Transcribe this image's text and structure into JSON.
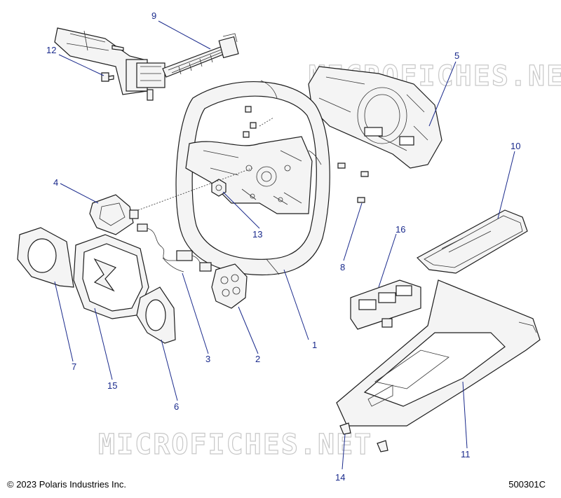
{
  "watermark": {
    "top": "MICROFICHES.NET",
    "bottom": "MICROFICHES.NET"
  },
  "callouts": [
    {
      "id": "1",
      "label": "1"
    },
    {
      "id": "2",
      "label": "2"
    },
    {
      "id": "3",
      "label": "3"
    },
    {
      "id": "4",
      "label": "4"
    },
    {
      "id": "5",
      "label": "5"
    },
    {
      "id": "6",
      "label": "6"
    },
    {
      "id": "7",
      "label": "7"
    },
    {
      "id": "8",
      "label": "8"
    },
    {
      "id": "9",
      "label": "9"
    },
    {
      "id": "10",
      "label": "10"
    },
    {
      "id": "11",
      "label": "11"
    },
    {
      "id": "12",
      "label": "12"
    },
    {
      "id": "13",
      "label": "13"
    },
    {
      "id": "14",
      "label": "14"
    },
    {
      "id": "15",
      "label": "15"
    },
    {
      "id": "16",
      "label": "16"
    }
  ],
  "footer": {
    "copyright": "© 2023 Polaris Industries Inc.",
    "diagram_number": "500301C"
  },
  "colors": {
    "callout": "#1a2a8c",
    "outline": "#1c1c1c",
    "watermark": "#c8c8c8"
  }
}
